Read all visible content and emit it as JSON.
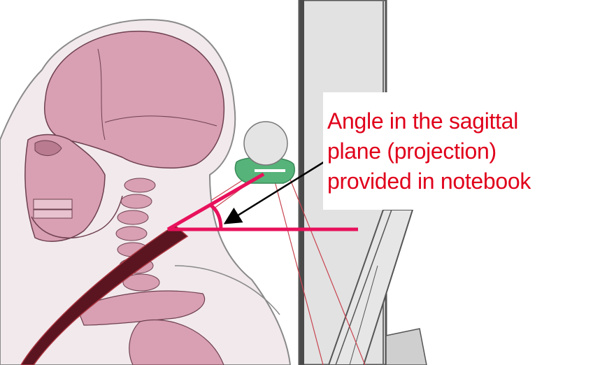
{
  "annotation": {
    "lines": [
      "Angle in the sagittal",
      "plane (projection)",
      "provided in notebook"
    ]
  },
  "colors": {
    "annotation_text": "#e0001b",
    "angle_marker": "#e8115b",
    "skin_outline": "#8a8a8a",
    "skin_fill": "#f2e9ec",
    "bone_fill": "#d8a0b2",
    "bone_shadow": "#b97b90",
    "belt_dark": "#5a1520",
    "belt_edge": "#a8323d",
    "pillar_fill": "#e2e2e2",
    "pillar_edge": "#555555",
    "anchor_green": "#56b47a",
    "anchor_circle": "#e4e4e4",
    "thin_lines": "#c84450"
  },
  "icons": {
    "pointer": "black-arrow-icon"
  }
}
